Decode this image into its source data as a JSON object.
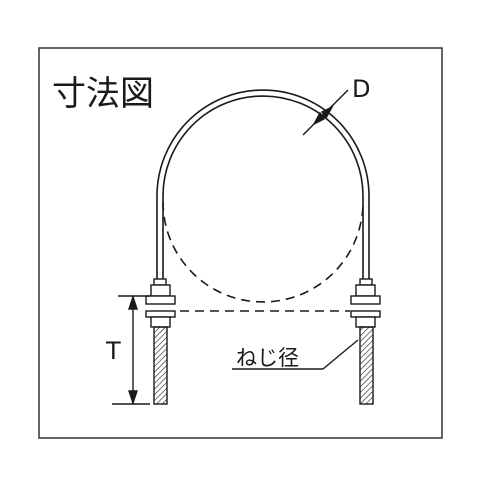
{
  "title": "寸法図",
  "labels": {
    "diameter": "D",
    "thread_length": "T",
    "thread_diameter": "ねじ径"
  },
  "colors": {
    "frame": "#333333",
    "line": "#1a1a1a",
    "background": "#ffffff"
  }
}
